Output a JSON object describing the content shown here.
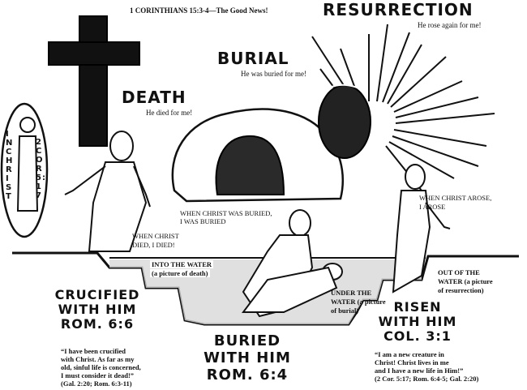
{
  "header": {
    "reference": "1 CORINTHIANS 15:3-4—The Good News!"
  },
  "resurrection": {
    "title": "RESURRECTION",
    "subtitle": "He rose again for me!"
  },
  "burial": {
    "title": "BURIAL",
    "subtitle": "He was buried for me!"
  },
  "death": {
    "title": "DEATH",
    "subtitle": "He died for me!"
  },
  "in_christ": {
    "left_text": "IN CHRIST",
    "right_text": "2 COR 5:17"
  },
  "captions": {
    "when_buried_line1": "WHEN CHRIST WAS BURIED,",
    "when_buried_line2": "I WAS BURIED",
    "when_died_line1": "WHEN CHRIST",
    "when_died_line2": "DIED, I DIED!",
    "when_arose_line1": "WHEN CHRIST AROSE,",
    "when_arose_line2": "I AROSE",
    "into_water_line1": "INTO THE WATER",
    "into_water_line2": "(a picture of death)",
    "under_water_line1": "UNDER THE",
    "under_water_line2": "WATER (a picture",
    "under_water_line3": "of burial)",
    "out_water_line1": "OUT OF THE",
    "out_water_line2": "WATER (a picture",
    "out_water_line3": "of resurrection)"
  },
  "crucified": {
    "line1": "CRUCIFIED",
    "line2": "WITH HIM",
    "line3": "ROM. 6:6",
    "quote_line1": "“I have been crucified",
    "quote_line2": "with Christ. As far as my",
    "quote_line3": "old, sinful life is concerned,",
    "quote_line4": "I must consider it dead!”",
    "quote_line5": "(Gal. 2:20; Rom. 6:3-11)"
  },
  "buried": {
    "line1": "BURIED",
    "line2": "WITH HIM",
    "line3": "ROM. 6:4"
  },
  "risen": {
    "line1": "RISEN",
    "line2": "WITH HIM",
    "line3": "COL. 3:1",
    "quote_line1": "“I am a new creature in",
    "quote_line2": "Christ! Christ lives in me",
    "quote_line3": "and I have a new life in Him!”",
    "quote_line4": "(2 Cor. 5:17; Rom. 6:4-5; Gal. 2:20)"
  }
}
